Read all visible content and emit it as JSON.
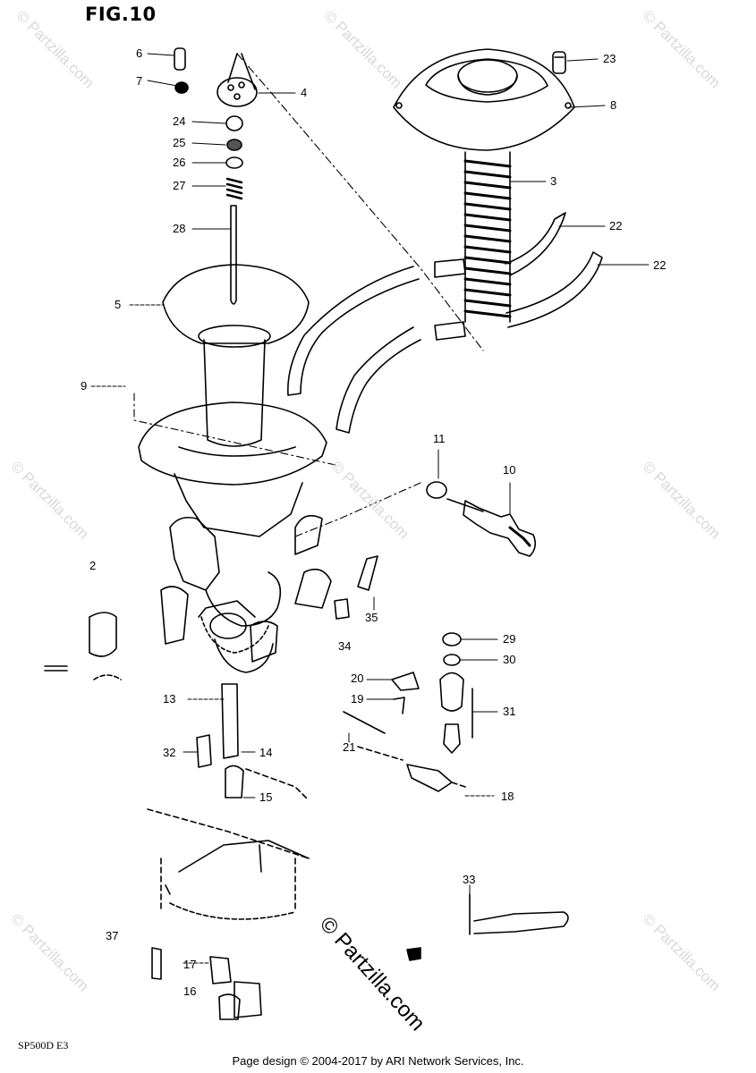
{
  "figure": {
    "title": "FIG.10",
    "code": "SP500D E3"
  },
  "callouts": [
    {
      "id": "6",
      "label": "6"
    },
    {
      "id": "7",
      "label": "7"
    },
    {
      "id": "4",
      "label": "4"
    },
    {
      "id": "24",
      "label": "24"
    },
    {
      "id": "25",
      "label": "25"
    },
    {
      "id": "26",
      "label": "26"
    },
    {
      "id": "27",
      "label": "27"
    },
    {
      "id": "28",
      "label": "28"
    },
    {
      "id": "5",
      "label": "5"
    },
    {
      "id": "9",
      "label": "9"
    },
    {
      "id": "23",
      "label": "23"
    },
    {
      "id": "8",
      "label": "8"
    },
    {
      "id": "3",
      "label": "3"
    },
    {
      "id": "22a",
      "label": "22"
    },
    {
      "id": "22b",
      "label": "22"
    },
    {
      "id": "11",
      "label": "11"
    },
    {
      "id": "10",
      "label": "10"
    },
    {
      "id": "2",
      "label": "2"
    },
    {
      "id": "35",
      "label": "35"
    },
    {
      "id": "34",
      "label": "34"
    },
    {
      "id": "29",
      "label": "29"
    },
    {
      "id": "30",
      "label": "30"
    },
    {
      "id": "20",
      "label": "20"
    },
    {
      "id": "19",
      "label": "19"
    },
    {
      "id": "31",
      "label": "31"
    },
    {
      "id": "21",
      "label": "21"
    },
    {
      "id": "13",
      "label": "13"
    },
    {
      "id": "32",
      "label": "32"
    },
    {
      "id": "14",
      "label": "14"
    },
    {
      "id": "15",
      "label": "15"
    },
    {
      "id": "18",
      "label": "18"
    },
    {
      "id": "33",
      "label": "33"
    },
    {
      "id": "37",
      "label": "37"
    },
    {
      "id": "17",
      "label": "17"
    },
    {
      "id": "16",
      "label": "16"
    }
  ],
  "watermark": {
    "text": "© Partzilla.com"
  },
  "footer": {
    "text": "Page design © 2004-2017 by ARI Network Services, Inc."
  }
}
